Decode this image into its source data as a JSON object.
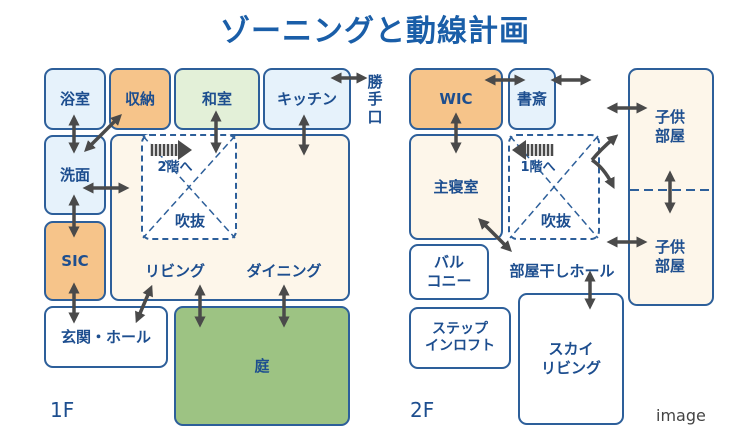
{
  "title": "ゾーニングと動線計画",
  "floor1": {
    "label": "1F",
    "rooms": {
      "bath": "浴室",
      "storage": "収納",
      "washitsu": "和室",
      "kitchen": "キッチン",
      "service_entrance": "勝\n手\n口",
      "washroom": "洗面",
      "sic": "SIC",
      "stairs_up": "2階へ",
      "void": "吹抜",
      "living": "リビング",
      "dining": "ダイニング",
      "entrance": "玄関・ホール",
      "garden": "庭"
    }
  },
  "floor2": {
    "label": "2F",
    "rooms": {
      "wic": "WIC",
      "study": "書斎",
      "master_bedroom": "主寝室",
      "stairs_down": "1階へ",
      "void": "吹抜",
      "kids_room_1": "子供\n部屋",
      "kids_room_2": "子供\n部屋",
      "balcony": "バル\nコニー",
      "drying_hall": "部屋干しホール",
      "step_in_loft": "ステップ\nインロフト",
      "sky_living": "スカイ\nリビング"
    }
  },
  "caption": "image",
  "colors": {
    "light_blue": "#e6f2fb",
    "orange": "#f6c48a",
    "light_green": "#e3f0d8",
    "cream": "#fdf6ea",
    "green": "#9dc383",
    "border": "#2d5f9a",
    "arrow": "#4a4a4a"
  }
}
